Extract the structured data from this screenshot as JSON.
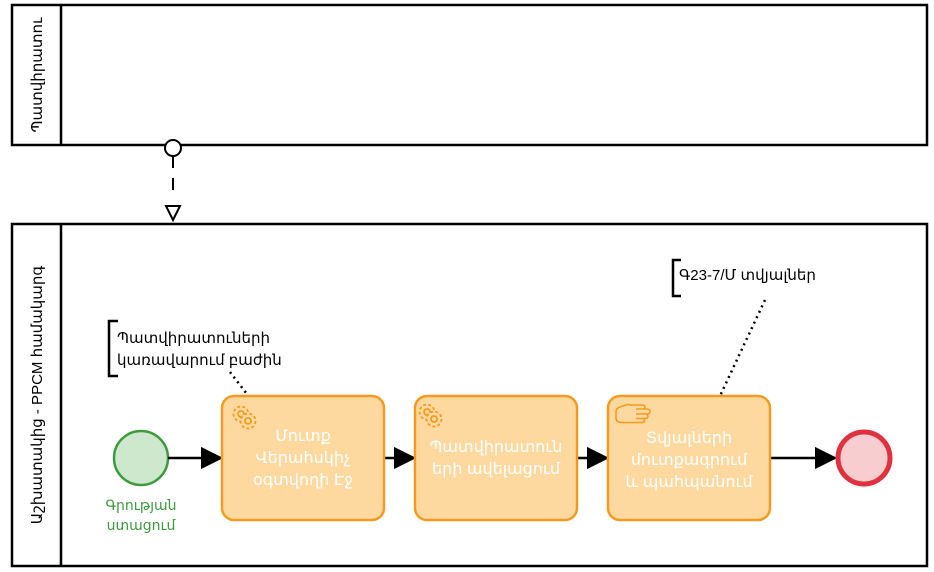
{
  "pools": {
    "top": {
      "label": "Պատվիրատու"
    },
    "bottom": {
      "label": "Աշխատակից - PPCM համակարգ"
    }
  },
  "start_event": {
    "label_line1": "Գրության",
    "label_line2": "ստացում"
  },
  "tasks": [
    {
      "type": "service",
      "icon": "gear-icon",
      "lines": [
        "Մուտք",
        "Վերահսկիչ",
        "օգտվողի Էջ"
      ]
    },
    {
      "type": "service",
      "icon": "gear-icon",
      "lines": [
        "Պատվիրատուն",
        "երի ավելացում"
      ]
    },
    {
      "type": "manual",
      "icon": "hand-icon",
      "lines": [
        "Տվյալների",
        "մուտքագրում",
        "և պահպանում"
      ]
    }
  ],
  "annotations": [
    {
      "lines": [
        "Պատվիրատուների",
        "կառավարում բաժին"
      ]
    },
    {
      "lines": [
        "Գ23-7/Մ տվյալներ"
      ]
    }
  ],
  "colors": {
    "task_fill": "#fdd9a0",
    "task_stroke": "#f49b1f",
    "task_text": "#ffffff",
    "start_fill": "#cde8cd",
    "start_stroke": "#3d9a3d",
    "start_label": "#3d9a3d",
    "end_fill": "#f8cdd0",
    "end_stroke": "#e0313e",
    "line": "#000000"
  }
}
